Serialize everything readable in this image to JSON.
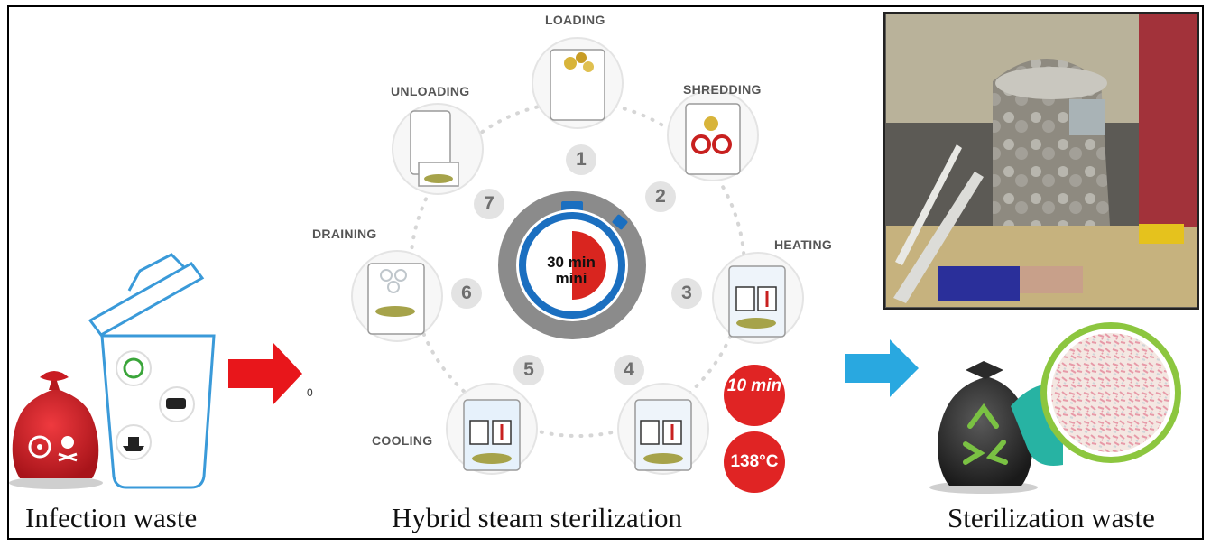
{
  "captions": {
    "infection": "Infection waste",
    "process": "Hybrid steam sterilization",
    "result": "Sterilization waste"
  },
  "steps": [
    {
      "num": "1",
      "label": "LOADING"
    },
    {
      "num": "2",
      "label": "SHREDDING"
    },
    {
      "num": "3",
      "label": "HEATING"
    },
    {
      "num": "4",
      "label": ""
    },
    {
      "num": "5",
      "label": "COOLING"
    },
    {
      "num": "6",
      "label": "DRAINING"
    },
    {
      "num": "7",
      "label": "UNLOADING"
    }
  ],
  "timer": {
    "line1": "30 min",
    "line2": "mini"
  },
  "badges": {
    "time": "10 min",
    "temperature": "138°C"
  },
  "stray_text": "0",
  "colors": {
    "arrow_red": "#e8161b",
    "arrow_blue": "#29a8e0",
    "bag_red": "#d61f26",
    "timer_blue": "#1b6fc0",
    "timer_gray": "#8b8b8b",
    "badge_red": "#e02424",
    "bin_blue": "#3a9ad9",
    "ring_green": "#8cc63f",
    "teal": "#27b3a3"
  }
}
